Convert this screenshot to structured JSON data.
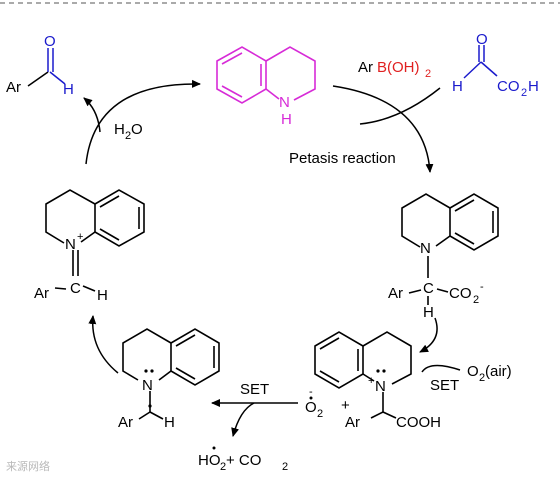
{
  "colors": {
    "aldehyde": "#1a1acc",
    "thq": "#d72bd7",
    "boron": "#e02020",
    "bond": "#000000"
  },
  "aldehyde": {
    "r": "Ar",
    "o": "O",
    "h": "H"
  },
  "thq": {
    "nh": "N",
    "h": "H"
  },
  "boronic": {
    "ar": "Ar",
    "b": "B(OH)",
    "sub": "2"
  },
  "glyoxylic": {
    "o": "O",
    "h": "H",
    "co2h": "CO",
    "sub": "2",
    "h2": "H"
  },
  "water": {
    "h": "H",
    "sub": "2",
    "o": "O"
  },
  "petasis_label": "Petasis reaction",
  "iminium": {
    "n": "N",
    "plus": "+",
    "ar": "Ar",
    "c": "C",
    "h": "H"
  },
  "aminoacid": {
    "n": "N",
    "ar": "Ar",
    "c": "C",
    "h": "H",
    "co2": "CO",
    "sub": "2",
    "sup": "-"
  },
  "radcation": {
    "n": "N",
    "plus": "+",
    "ar": "Ar",
    "cooh": "COOH",
    "o2": "O",
    "o2sub": "2",
    "o2air": " (air)",
    "set": "SET"
  },
  "radical": {
    "n": "N",
    "ar": "Ar",
    "h": "H"
  },
  "set_label": "SET",
  "superoxide": {
    "o": "O",
    "sub": "2",
    "sup": "-"
  },
  "plus_sign": "+",
  "products": {
    "ho": "HO",
    "sub": "2",
    "plus": " + CO",
    "sub2": "2"
  },
  "watermark": "来源网络"
}
